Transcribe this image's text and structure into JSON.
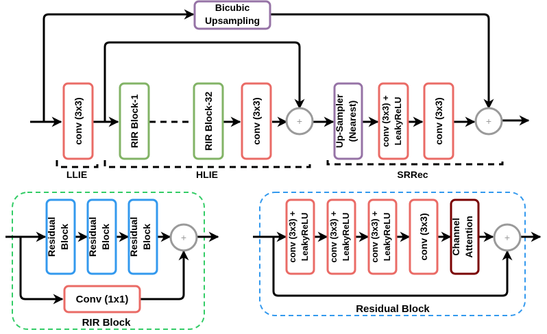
{
  "main_pipeline": {
    "bicubic": {
      "line1": "Bicubic",
      "line2": "Upsampling"
    },
    "llie_conv": "conv (3x3)",
    "rir_block_first": "RIR Block-1",
    "rir_block_last": "RIR Block-32",
    "hlie_conv": "conv (3x3)",
    "upsampler": {
      "line1": "Up-Sampler",
      "line2": "(Nearest)"
    },
    "srrec_conv_lrelu": {
      "line1": "conv (3x3) +",
      "line2": "LeakyReLU"
    },
    "srrec_conv": "conv (3x3)",
    "sum_symbol": "+",
    "groups": {
      "llie": "LLIE",
      "hlie": "HLIE",
      "srrec": "SRRec"
    }
  },
  "rir_block": {
    "title": "RIR Block",
    "residual_blocks": [
      {
        "line1": "Residual",
        "line2": "Block"
      },
      {
        "line1": "Residual",
        "line2": "Block"
      },
      {
        "line1": "Residual",
        "line2": "Block"
      }
    ],
    "skip_conv": "Conv (1x1)",
    "sum_symbol": "+"
  },
  "residual_block": {
    "title": "Residual Block",
    "layers": [
      {
        "line1": "conv (3x3) +",
        "line2": "LeakyReLU"
      },
      {
        "line1": "conv (3x3) +",
        "line2": "LeakyReLU"
      },
      {
        "line1": "conv (3x3) +",
        "line2": "LeakyReLU"
      },
      {
        "line1": "conv (3x3)",
        "line2": ""
      }
    ],
    "channel_attention": {
      "line1": "Channel",
      "line2": "Attention"
    },
    "sum_symbol": "+"
  },
  "colors": {
    "conv": "#ea6b66",
    "rir": "#82b366",
    "upsample": "#9673a6",
    "residual": "#3399ee",
    "attention": "#7a0000",
    "sum": "#9a9a9a"
  }
}
